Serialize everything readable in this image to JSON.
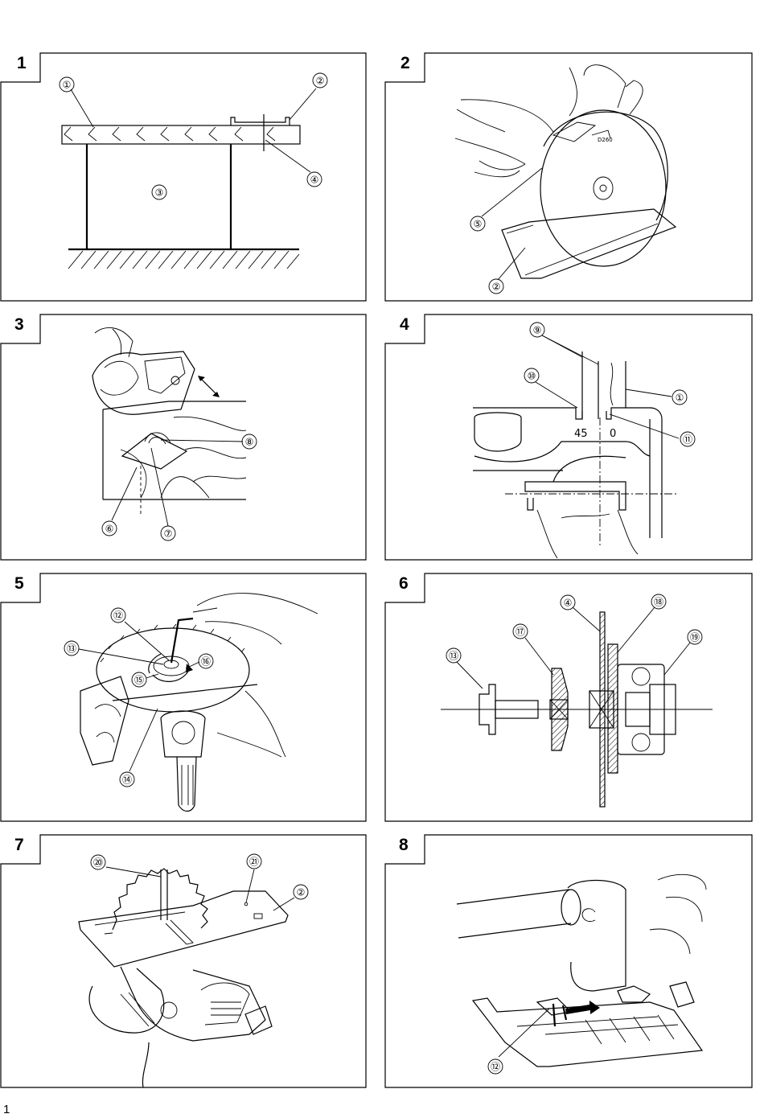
{
  "page_number": "1",
  "panels": [
    {
      "number": "1",
      "callouts": [
        "①",
        "②",
        "③",
        "④"
      ]
    },
    {
      "number": "2",
      "callouts": [
        "⑤",
        "②"
      ],
      "marking": "D260"
    },
    {
      "number": "3",
      "callouts": [
        "⑧",
        "⑥",
        "⑦"
      ]
    },
    {
      "number": "4",
      "callouts": [
        "⑨",
        "⑩",
        "①",
        "⑪"
      ],
      "scale_left": "45",
      "scale_right": "0"
    },
    {
      "number": "5",
      "callouts": [
        "⑫",
        "⑬",
        "⑯",
        "⑮",
        "⑭"
      ]
    },
    {
      "number": "6",
      "callouts": [
        "④",
        "⑱",
        "⑰",
        "⑲",
        "⑬"
      ]
    },
    {
      "number": "7",
      "callouts": [
        "⑳",
        "㉑",
        "②"
      ]
    },
    {
      "number": "8",
      "callouts": [
        "⑫"
      ]
    }
  ]
}
